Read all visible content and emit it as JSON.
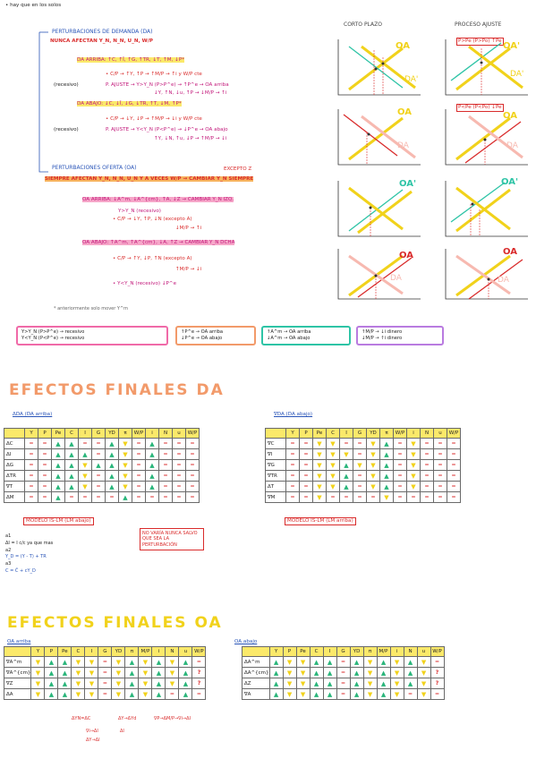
{
  "top_note": "• hay que en los solos",
  "shifts_title_1": "PERTURBACIONES DE DEMANDA (DA)",
  "shifts_line_1": "NUNCA AFECTAN Y_N, N_N, U_N, W/P",
  "da_up": "DA ARRIBA: ↑C, ↑Ī, ↑G, ↑TR, ↓T, ↑M, ↓P*",
  "da_up_cp": "• C/P → ↑Y, ↑P → ↑M/P → ↑i y W/P cte",
  "da_up_adj_label": "(recesivo)",
  "da_up_adj": "P. AJUSTE → Y>Y_N (P>P^e) → ↑P^e → OA arriba",
  "da_up_adj2": "↓Y, ↑N, ↓u, ↑P → ↓M/P → ↑i",
  "da_down": "DA ABAJO: ↓C, ↓Ī, ↓G, ↓TR, ↑T, ↓M, ↑P*",
  "da_down_cp": "• C/P → ↓Y, ↓P → ↑M/P → ↓i y W/P cte",
  "da_down_adj_label": "(recesivo)",
  "da_down_adj": "P. AJUSTE → Y<Y_N (P<P^e) → ↓P^e → OA abajo",
  "da_down_adj2": "↑Y, ↓N, ↑u, ↓P → ↑M/P → ↓i",
  "shifts_title_2": "PERTURBACIONES OFERTA (OA)",
  "excepto": "EXCEPTO Z",
  "shifts_line_2": "SIEMPRE AFECTAN Y_N, N_N, U_N Y A VECES W/P → CAMBIAR Y_N SIEMPRE",
  "oa_up": "OA ARRIBA: ↓A^m, ↓A^{cm}, ↑A, ↓Z → CAMBIAR Y_N IZQ.",
  "oa_up_1": "Y>Y_N (recesivo)",
  "oa_up_2": "• C/P → ↓Y, ↑P, ↓N (excepto A)",
  "oa_up_3": "↓M/P → ↑i",
  "oa_down": "OA ABAJO: ↑A^m, ↑A^{cm}, ↓A, ↑Z → CAMBIAR Y_N DCHA",
  "oa_down_1": "• C/P → ↑Y, ↓P, ↑N (excepto A)",
  "oa_down_2": "↑M/P → ↓i",
  "oa_down_3": "• Y<Y_N (recesivo) ↓P^e",
  "footer_note": "* anteriormente solo mover Y^m",
  "box1_a": "Y>Y_N (P>P^e) → recesivo",
  "box1_b": "Y<Y_N (P<P^e) → recesivo",
  "box2_a": "↑P^e → OA arriba",
  "box2_b": "↓P^e → OA abajo",
  "box3_a": "↑A^m → OA arriba",
  "box3_b": "↓A^m → OA abajo",
  "box4_a": "↑M/P → ↓i dinero",
  "box4_b": "↓M/P → ↑i dinero",
  "graphs_left_title": "CORTO PLAZO",
  "graphs_right_title": "PROCESO AJUSTE",
  "graph_label_oa": "OA",
  "graph_label_oa2": "OA'",
  "graph_label_da": "DA",
  "graph_label_da2": "DA'",
  "graph_adj_1": "P>Pe (P>Po) ↑Pe",
  "graph_adj_2": "P<Pe (P<Po) ↓Pe",
  "title_da": "EFECTOS FINALES DA",
  "title_oa": "EFECTOS FINALES OA",
  "da_left_label": "ΔDA (DA arriba)",
  "da_right_label": "∇DA (DA abajo)",
  "da_cols": [
    "Y",
    "P",
    "Pe",
    "C",
    "I",
    "G",
    "YD",
    "π",
    "W/P",
    "i",
    "N",
    "u",
    "W/P"
  ],
  "da_rows_left": [
    "ΔC",
    "ΔI",
    "ΔG",
    "ΔTR",
    "∇T",
    "ΔM"
  ],
  "da_rows_right": [
    "∇C",
    "∇I",
    "∇G",
    "∇TR",
    "ΔT",
    "∇M"
  ],
  "da_grid_left": [
    [
      "=",
      "=",
      "▲",
      "▲",
      "=",
      "=",
      "▲",
      "▼",
      "=",
      "▲",
      "=",
      "=",
      "="
    ],
    [
      "=",
      "=",
      "▲",
      "▲",
      "▲",
      "=",
      "▲",
      "▼",
      "=",
      "▲",
      "=",
      "=",
      "="
    ],
    [
      "=",
      "=",
      "▲",
      "▲",
      "▼",
      "▲",
      "▲",
      "▼",
      "=",
      "▲",
      "=",
      "=",
      "="
    ],
    [
      "=",
      "=",
      "▲",
      "▲",
      "▼",
      "=",
      "▲",
      "▼",
      "=",
      "▲",
      "=",
      "=",
      "="
    ],
    [
      "=",
      "=",
      "▲",
      "▲",
      "▼",
      "=",
      "▲",
      "▼",
      "=",
      "▲",
      "=",
      "=",
      "="
    ],
    [
      "=",
      "=",
      "▲",
      "=",
      "=",
      "=",
      "=",
      "▲",
      "=",
      "=",
      "=",
      "=",
      "="
    ]
  ],
  "da_grid_right": [
    [
      "=",
      "=",
      "▼",
      "▼",
      "=",
      "=",
      "▼",
      "▲",
      "=",
      "▼",
      "=",
      "=",
      "="
    ],
    [
      "=",
      "=",
      "▼",
      "▼",
      "▼",
      "=",
      "▼",
      "▲",
      "=",
      "▼",
      "=",
      "=",
      "="
    ],
    [
      "=",
      "=",
      "▼",
      "▼",
      "▲",
      "▼",
      "▼",
      "▲",
      "=",
      "▼",
      "=",
      "=",
      "="
    ],
    [
      "=",
      "=",
      "▼",
      "▼",
      "▲",
      "=",
      "▼",
      "▲",
      "=",
      "▼",
      "=",
      "=",
      "="
    ],
    [
      "=",
      "=",
      "▼",
      "▼",
      "▲",
      "=",
      "▼",
      "▲",
      "=",
      "▼",
      "=",
      "=",
      "="
    ],
    [
      "=",
      "=",
      "▼",
      "=",
      "=",
      "=",
      "=",
      "▼",
      "=",
      "=",
      "=",
      "=",
      "="
    ]
  ],
  "modelo_left": "MODELO IS-LM (LM abajo)",
  "modelo_right": "MODELO IS-LM (LM arriba)",
  "red_note": "NO VARÍA NUNCA SALVO QUE SEA LA PERTURBACIÓN",
  "side_notes": [
    "a1",
    "ΔI = I c/c ya que mas",
    "a2",
    "Y_D = (Y - T) + TR",
    "a3",
    "C = C̄ + cY_D"
  ],
  "oa_left_label": "OA arriba",
  "oa_right_label": "OA abajo",
  "oa_cols": [
    "Y",
    "P",
    "Pe",
    "C",
    "I",
    "G",
    "YD",
    "π",
    "M/P",
    "i",
    "N",
    "u",
    "W/P"
  ],
  "oa_rows_left": [
    "∇A^m",
    "∇A^{cm}",
    "∇Z",
    "ΔA"
  ],
  "oa_rows_right": [
    "ΔA^m",
    "ΔA^{cm}",
    "ΔZ",
    "∇A"
  ],
  "oa_grid_left": [
    [
      "▼",
      "▲",
      "▲",
      "▼",
      "▼",
      "=",
      "▼",
      "▲",
      "▼",
      "▲",
      "▼",
      "▲",
      "="
    ],
    [
      "▼",
      "▲",
      "▲",
      "▼",
      "▼",
      "=",
      "▼",
      "▲",
      "▼",
      "▲",
      "▼",
      "▲",
      "?"
    ],
    [
      "▼",
      "▲",
      "▲",
      "▼",
      "▼",
      "=",
      "▼",
      "▲",
      "▼",
      "▲",
      "▼",
      "▲",
      "?"
    ],
    [
      "▼",
      "▲",
      "▲",
      "▼",
      "▼",
      "=",
      "▼",
      "▲",
      "▼",
      "▲",
      "=",
      "▲",
      "="
    ]
  ],
  "oa_grid_right": [
    [
      "▲",
      "▼",
      "▼",
      "▲",
      "▲",
      "=",
      "▲",
      "▼",
      "▲",
      "▼",
      "▲",
      "▼",
      "="
    ],
    [
      "▲",
      "▼",
      "▼",
      "▲",
      "▲",
      "=",
      "▲",
      "▼",
      "▲",
      "▼",
      "▲",
      "▼",
      "?"
    ],
    [
      "▲",
      "▼",
      "▼",
      "▲",
      "▲",
      "=",
      "▲",
      "▼",
      "▲",
      "▼",
      "▲",
      "▼",
      "?"
    ],
    [
      "▲",
      "▼",
      "▼",
      "▲",
      "▲",
      "=",
      "▲",
      "▼",
      "▲",
      "▼",
      "=",
      "▼",
      "="
    ]
  ],
  "oa_bottom_1": "ΔYN=ΔC",
  "oa_bottom_2": "ΔY→ΔYd",
  "oa_bottom_3": "∇P→ΔM/P→∇i→ΔI",
  "oa_bottom_4": "∇i→ΔI",
  "oa_bottom_5": "ΔY→ΔI",
  "oa_bottom_6": "ΔI"
}
